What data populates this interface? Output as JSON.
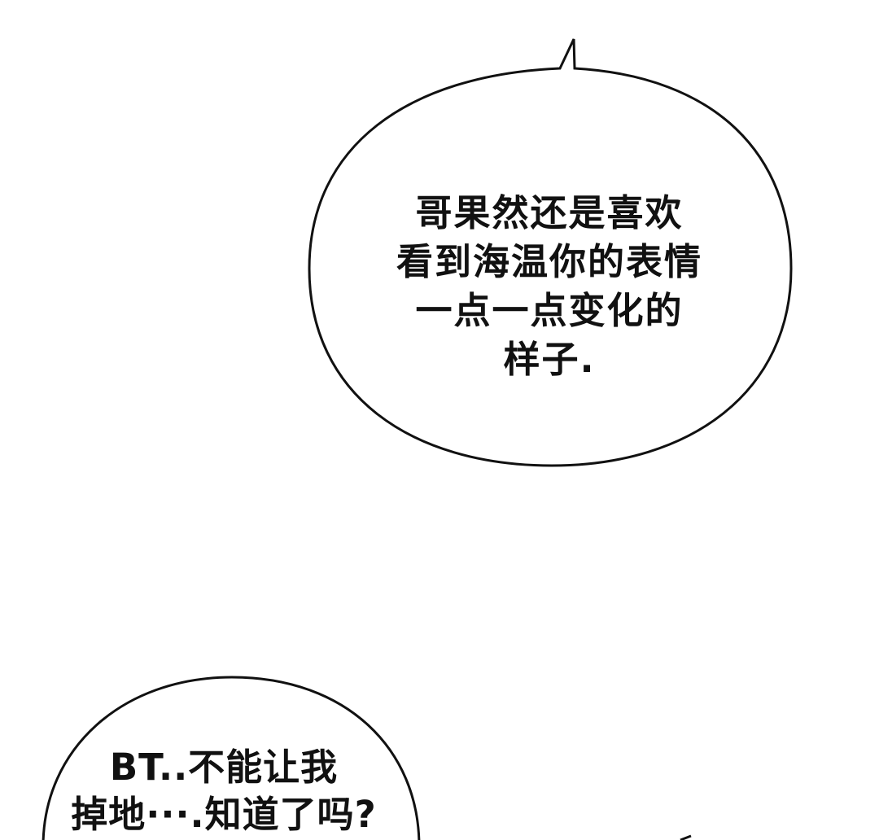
{
  "comic": {
    "bubble_1": {
      "lines": [
        "哥果然还是喜欢",
        "看到海温你的表情",
        "一点一点变化的",
        "样子."
      ]
    },
    "bubble_2": {
      "lines": [
        "BT..不能让我",
        "掉地···.知道了吗?"
      ]
    },
    "colors": {
      "background": "#ffffff",
      "ink": "#111111"
    }
  }
}
